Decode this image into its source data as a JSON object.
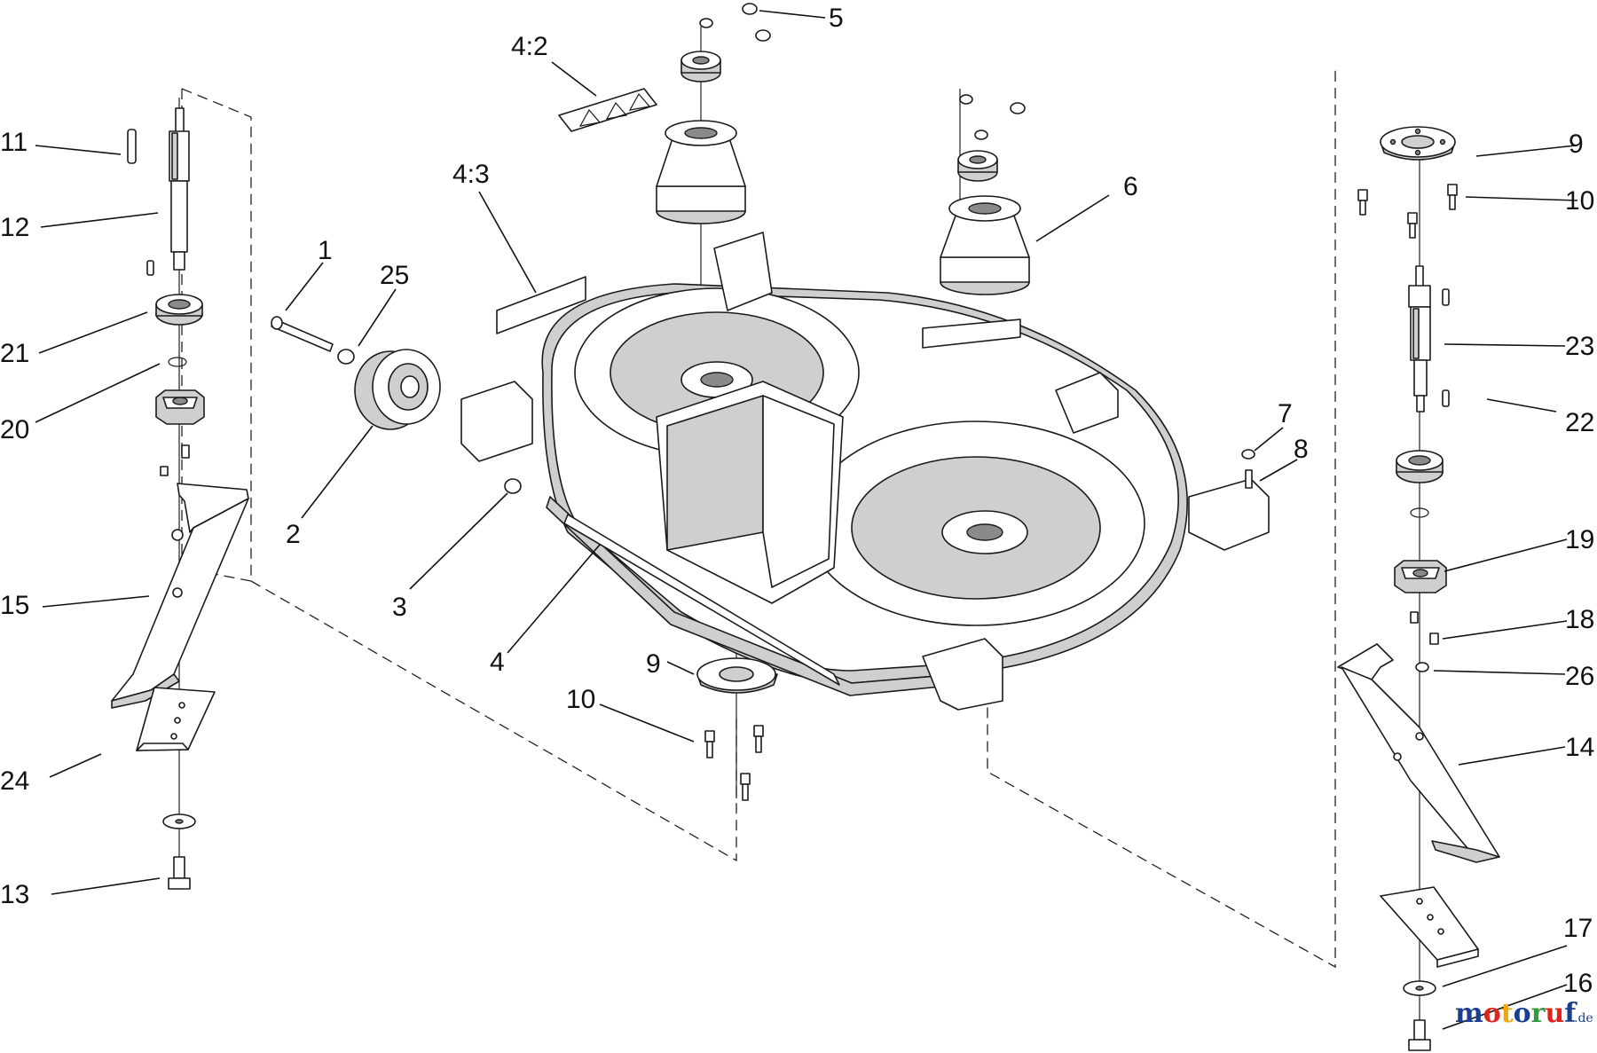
{
  "callouts": [
    {
      "id": "c-1",
      "text": "1"
    },
    {
      "id": "c-2",
      "text": "2"
    },
    {
      "id": "c-3",
      "text": "3"
    },
    {
      "id": "c-4",
      "text": "4"
    },
    {
      "id": "c-4-2",
      "text": "4:2"
    },
    {
      "id": "c-4-3",
      "text": "4:3"
    },
    {
      "id": "c-5",
      "text": "5"
    },
    {
      "id": "c-6",
      "text": "6"
    },
    {
      "id": "c-7",
      "text": "7"
    },
    {
      "id": "c-8",
      "text": "8"
    },
    {
      "id": "c-9-right",
      "text": "9"
    },
    {
      "id": "c-9-center",
      "text": "9"
    },
    {
      "id": "c-10-right",
      "text": "10"
    },
    {
      "id": "c-10-center",
      "text": "10"
    },
    {
      "id": "c-11",
      "text": "11"
    },
    {
      "id": "c-12",
      "text": "12"
    },
    {
      "id": "c-13",
      "text": "13"
    },
    {
      "id": "c-14",
      "text": "14"
    },
    {
      "id": "c-15",
      "text": "15"
    },
    {
      "id": "c-16",
      "text": "16"
    },
    {
      "id": "c-17",
      "text": "17"
    },
    {
      "id": "c-18",
      "text": "18"
    },
    {
      "id": "c-19",
      "text": "19"
    },
    {
      "id": "c-20",
      "text": "20"
    },
    {
      "id": "c-21",
      "text": "21"
    },
    {
      "id": "c-22",
      "text": "22"
    },
    {
      "id": "c-23",
      "text": "23"
    },
    {
      "id": "c-24",
      "text": "24"
    },
    {
      "id": "c-25",
      "text": "25"
    },
    {
      "id": "c-26",
      "text": "26"
    }
  ],
  "watermark": {
    "brand": "motoruf",
    "suffix": ".de",
    "colors": [
      "#1a3f8f",
      "#e2231a",
      "#f7a600",
      "#1a3f8f",
      "#2e9a3a",
      "#e2231a",
      "#1a3f8f"
    ]
  }
}
